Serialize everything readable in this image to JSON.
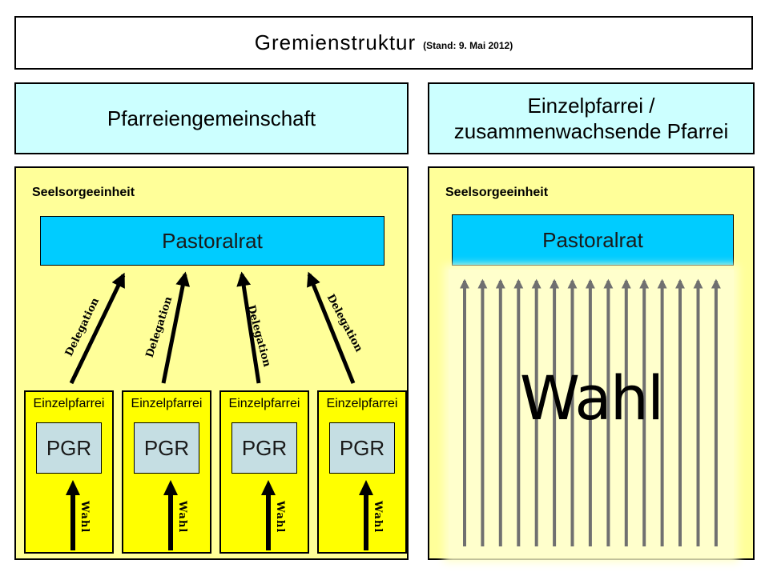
{
  "title": {
    "main": "Gremienstruktur",
    "date_note": "(Stand: 9. Mai 2012)"
  },
  "headers": {
    "left": "Pfarreiengemeinschaft",
    "right_line1": "Einzelpfarrei /",
    "right_line2": "zusammenwachsende Pfarrei"
  },
  "left_panel": {
    "unit_label": "Seelsorgeeinheit",
    "council_label": "Pastoralrat",
    "delegation_label": "Delegation",
    "parishes": [
      {
        "label": "Einzelpfarrei",
        "council": "PGR",
        "arrow_label": "Wahl"
      },
      {
        "label": "Einzelpfarrei",
        "council": "PGR",
        "arrow_label": "Wahl"
      },
      {
        "label": "Einzelpfarrei",
        "council": "PGR",
        "arrow_label": "Wahl"
      },
      {
        "label": "Einzelpfarrei",
        "council": "PGR",
        "arrow_label": "Wahl"
      }
    ]
  },
  "right_panel": {
    "unit_label": "Seelsorgeeinheit",
    "council_label": "Pastoralrat",
    "election_label": "Wahl",
    "election_arrow_count": 15
  },
  "colors": {
    "header_bg": "#CCFFFF",
    "panel_bg": "#FFFF99",
    "parish_bg": "#FFFF00",
    "council_bg": "#00CCFF",
    "pgr_bg": "#C5DEE3",
    "election_area_bg": "#FFFFCC",
    "delegation_arrow": "#000000",
    "election_arrow": "#707070"
  }
}
